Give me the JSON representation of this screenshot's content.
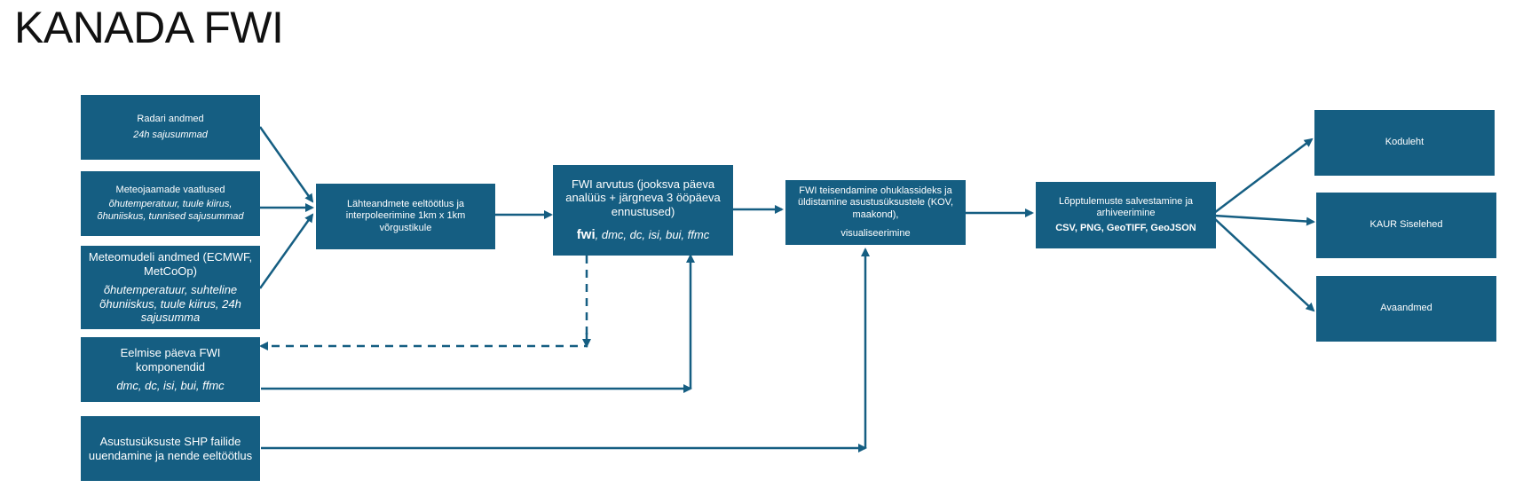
{
  "title": "KANADA FWI",
  "colors": {
    "box": "#155e82",
    "arrow": "#155e82"
  },
  "boxes": {
    "radar": {
      "main": "Radari andmed",
      "sub": "24h sajusummad"
    },
    "stations": {
      "main": "Meteojaamade vaatlused",
      "sub": "õhutemperatuur, tuule kiirus, õhuniiskus, tunnised sajusummad"
    },
    "model": {
      "main": "Meteomudeli andmed (ECMWF, MetCoOp)",
      "sub": "õhutemperatuur, suhteline õhuniiskus, tuule kiirus, 24h sajusumma"
    },
    "previous": {
      "main": "Eelmise päeva FWI komponendid",
      "sub": "dmc, dc, isi, bui, ffmc"
    },
    "shp": {
      "main": "Asustusüksuste SHP failide uuendamine ja nende eeltöötlus"
    },
    "preprocess": {
      "main": "Lähteandmete eeltöötlus ja interpoleerimine 1km x 1km võrgustikule"
    },
    "fwi_calc": {
      "main": "FWI arvutus (jooksva päeva analüüs + järgneva 3 ööpäeva ennustused)",
      "sub_strong": "fwi",
      "sub_rest": ", dmc, dc, isi, bui, ffmc"
    },
    "transform": {
      "main": "FWI teisendamine ohuklassideks ja üldistamine asustusüksustele (KOV, maakond),",
      "sub": "visualiseerimine"
    },
    "save": {
      "main": "Lõpptulemuste salvestamine ja arhiveerimine",
      "sub": "CSV, PNG, GeoTIFF, GeoJSON"
    },
    "home": {
      "main": "Koduleht"
    },
    "intranet": {
      "main": "KAUR Siselehed"
    },
    "opendata": {
      "main": "Avaandmed"
    }
  }
}
